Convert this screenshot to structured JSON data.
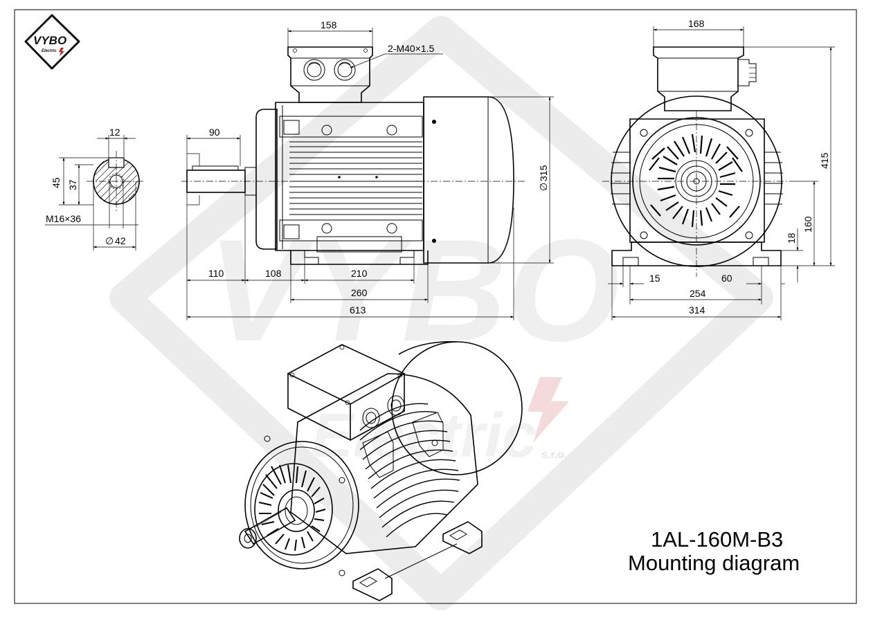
{
  "logo": {
    "text": "VYBO",
    "sub": "Electric"
  },
  "watermark": {
    "text": "VYBO",
    "sub": "Electric",
    "suffix": "s.r.o."
  },
  "title": {
    "model": "1AL-160M-B3",
    "caption": "Mounting diagram"
  },
  "shaft_section": {
    "d_12": "12",
    "d_45": "45",
    "d_37": "37",
    "d_thread": "M16×36",
    "d_42": "42"
  },
  "side_view": {
    "d_158": "158",
    "d_cable": "2-M40×1.5",
    "d_90": "90",
    "d_315": "315",
    "d_110": "110",
    "d_108": "108",
    "d_210": "210",
    "d_260": "260",
    "d_613": "613"
  },
  "end_view": {
    "d_168": "168",
    "d_415": "415",
    "d_160": "160",
    "d_18": "18",
    "d_15": "15",
    "d_60": "60",
    "d_254": "254",
    "d_314": "314"
  },
  "diameter_symbol": "∅"
}
